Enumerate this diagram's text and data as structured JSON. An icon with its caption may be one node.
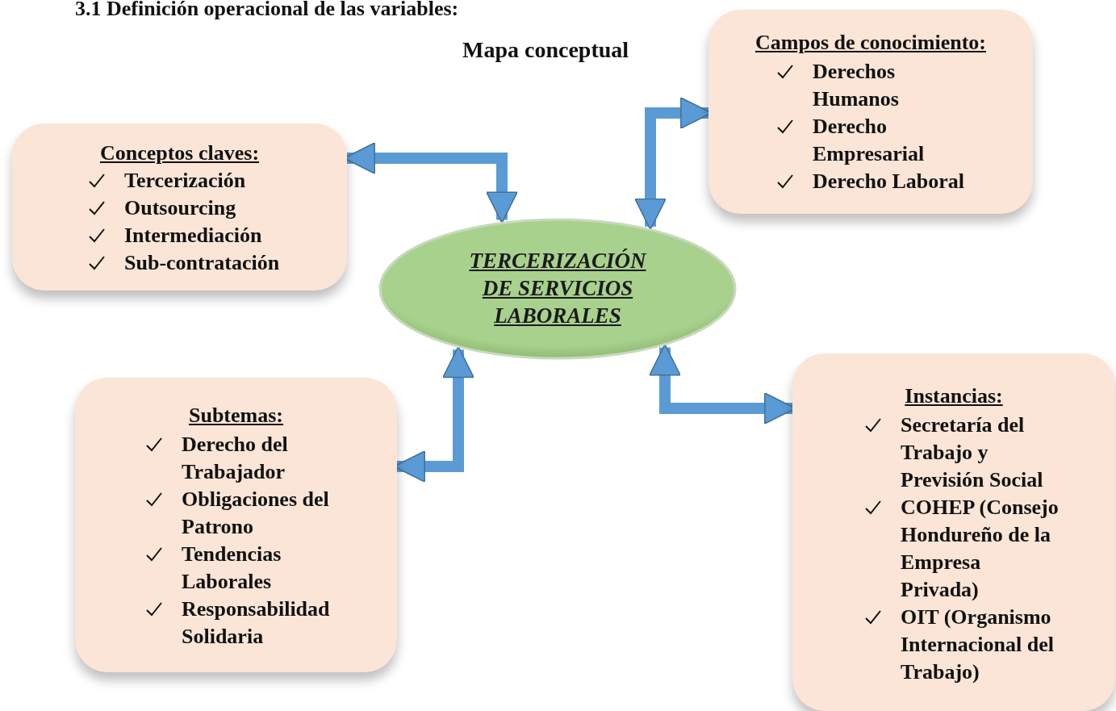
{
  "diagram": {
    "title": "3.1 Definición operacional de las variables:",
    "nodes": [
      {
        "text": [
          "Conceptos claves:",
          "Tercerización",
          "Outsourcing",
          "Intermediación",
          "Sub-contratación"
        ]
      },
      {
        "text": [
          "Campos de conocimiento:",
          "Derechos Humanos",
          "Derecho Empresarial",
          "Derecho Laboral"
        ]
      },
      {
        "text": [
          "TERCERIZACIÓN DE SERVICIOS LABORALES"
        ]
      },
      {
        "text": [
          "Subtemas:",
          "Derecho del Trabajador",
          "Obligaciones del Patrono",
          "Tendencias Laborales",
          "Responsabilidad Solidaria"
        ]
      },
      {
        "text": [
          "Instancias:",
          "Secretaría del Trabajo y Previsión Social",
          "COHEP (Consejo Hondureño de la Empresa Privada)",
          "OIT (Organismo Internacional del Trabajo)"
        ]
      }
    ],
    "edges": [
      {
        "from": 2,
        "to": 0,
        "arrow": "both"
      },
      {
        "from": 2,
        "to": 1,
        "arrow": "both"
      },
      {
        "from": 2,
        "to": 3,
        "arrow": "both"
      },
      {
        "from": 2,
        "to": 4,
        "arrow": "both"
      }
    ],
    "labels": [
      "Mapa conceptual"
    ]
  }
}
